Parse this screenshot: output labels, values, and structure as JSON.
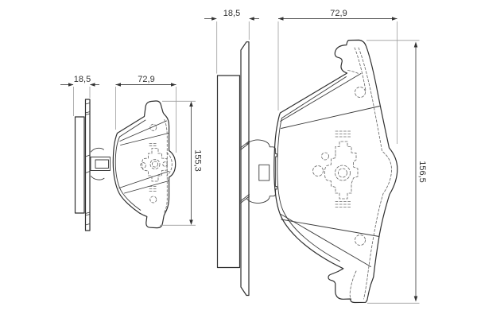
{
  "dimensions": {
    "small_view": {
      "thickness": "18,5",
      "width": "72,9",
      "length": "155,3"
    },
    "large_view": {
      "thickness": "18,5",
      "width": "72,9",
      "length": "156,5"
    }
  },
  "colors": {
    "background": "#ffffff",
    "outline": "#2f2f2f",
    "dimension_text": "#333333",
    "extension_lines": "#9c9c9c",
    "hidden_lines": "#6a6a6a"
  }
}
